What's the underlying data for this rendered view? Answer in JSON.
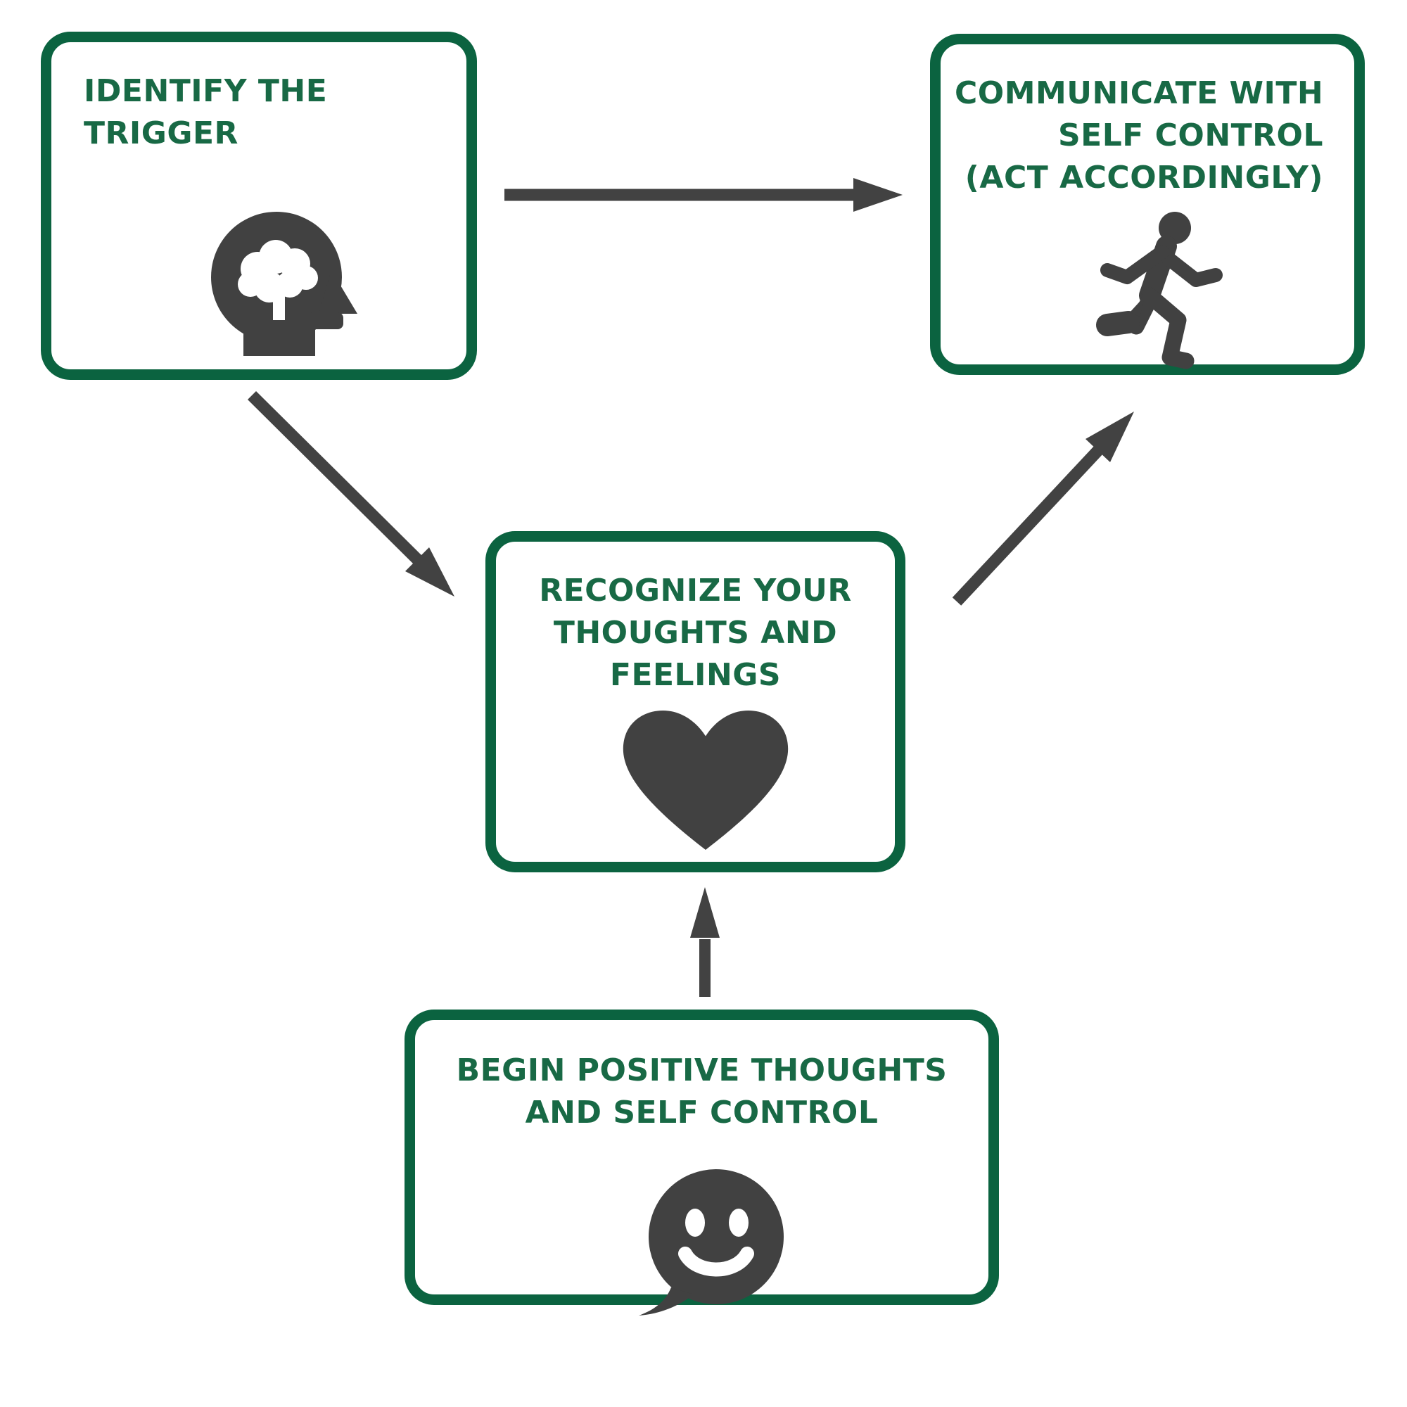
{
  "diagram_title": "",
  "colors": {
    "box_border_green": "#0b6340",
    "title_text_green": "#186945",
    "icon_gray": "#414141",
    "arrow_gray": "#424242",
    "background": "#ffffff"
  },
  "nodes": [
    {
      "id": "identify-trigger",
      "title_lines": [
        "IDENTIFY THE",
        "TRIGGER"
      ],
      "text_align": "left",
      "icon": "head-with-brain-icon"
    },
    {
      "id": "communicate-self-control",
      "title_lines": [
        "COMMUNICATE WITH",
        "SELF CONTROL",
        "(ACT ACCORDINGLY)"
      ],
      "text_align": "right",
      "icon": "running-person-icon"
    },
    {
      "id": "recognize-thoughts-feelings",
      "title_lines": [
        "RECOGNIZE YOUR",
        "THOUGHTS AND",
        "FEELINGS"
      ],
      "text_align": "center",
      "icon": "heart-icon"
    },
    {
      "id": "begin-positive-thoughts",
      "title_lines": [
        "BEGIN POSITIVE THOUGHTS",
        "AND SELF CONTROL"
      ],
      "text_align": "center",
      "icon": "smiley-speech-bubble-icon"
    }
  ],
  "edges": [
    {
      "from": "identify-trigger",
      "to": "communicate-self-control",
      "direction": "right"
    },
    {
      "from": "identify-trigger",
      "to": "recognize-thoughts-feelings",
      "direction": "down-right"
    },
    {
      "from": "recognize-thoughts-feelings",
      "to": "communicate-self-control",
      "direction": "up-right"
    },
    {
      "from": "begin-positive-thoughts",
      "to": "recognize-thoughts-feelings",
      "direction": "up"
    }
  ]
}
